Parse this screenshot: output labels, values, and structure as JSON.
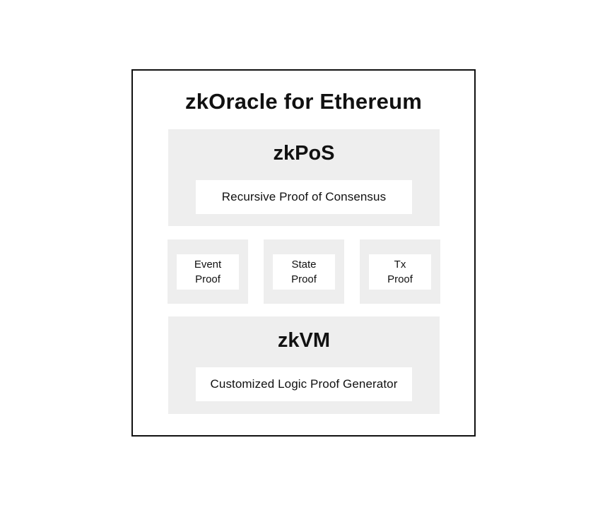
{
  "colors": {
    "page_bg": "#ffffff",
    "panel_bg": "#eeeeee",
    "box_bg": "#ffffff",
    "frame_border": "#111111",
    "text": "#111111"
  },
  "diagram": {
    "title": "zkOracle for Ethereum",
    "zkpos": {
      "title": "zkPoS",
      "component": "Recursive Proof of Consensus"
    },
    "proofs": [
      {
        "line1": "Event",
        "line2": "Proof"
      },
      {
        "line1": "State",
        "line2": "Proof"
      },
      {
        "line1": "Tx",
        "line2": "Proof"
      }
    ],
    "zkvm": {
      "title": "zkVM",
      "component": "Customized Logic Proof Generator"
    }
  }
}
